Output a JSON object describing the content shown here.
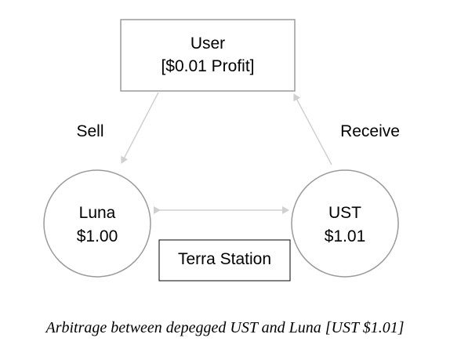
{
  "nodes": {
    "user": {
      "title": "User",
      "subtitle": "[$0.01 Profit]"
    },
    "luna": {
      "title": "Luna",
      "value": "$1.00"
    },
    "ust": {
      "title": "UST",
      "value": "$1.01"
    },
    "station": {
      "label": "Terra Station"
    }
  },
  "edges": {
    "sell": "Sell",
    "receive": "Receive"
  },
  "caption": "Arbitrage between depegged UST and Luna [UST $1.01]",
  "colors": {
    "stroke": "#9a9a9a",
    "arrow": "#d0d0d0",
    "box_dark": "#000000",
    "text": "#000000"
  }
}
